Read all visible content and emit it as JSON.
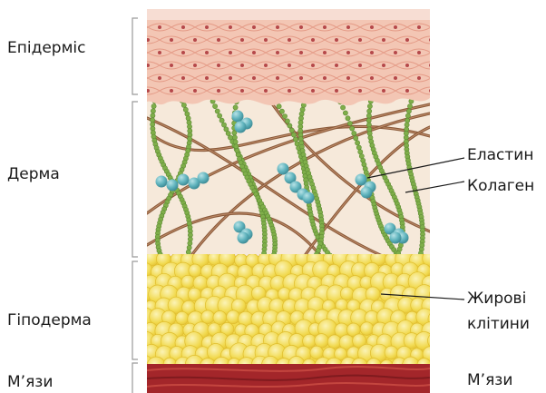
{
  "layers": {
    "epidermis": "Епідерміс",
    "dermis": "Дерма",
    "hypodermis": "Гіподерма",
    "muscle": "М’язи"
  },
  "callouts": {
    "elastin": "Еластин",
    "collagen": "Колаген",
    "fat_line1": "Жирові",
    "fat_line2": "клітини",
    "muscle": "М’язи"
  },
  "colors": {
    "epidermis": "#f3c6b4",
    "epidermis_cell_border": "#e49a86",
    "nucleus": "#b5484a",
    "dermis": "#f6e9da",
    "elastin": "#7fae4a",
    "collagen": "#8a5a3a",
    "molecule": "#5fb3bd",
    "fat": "#f3dc55",
    "muscle": "#a3262a"
  }
}
